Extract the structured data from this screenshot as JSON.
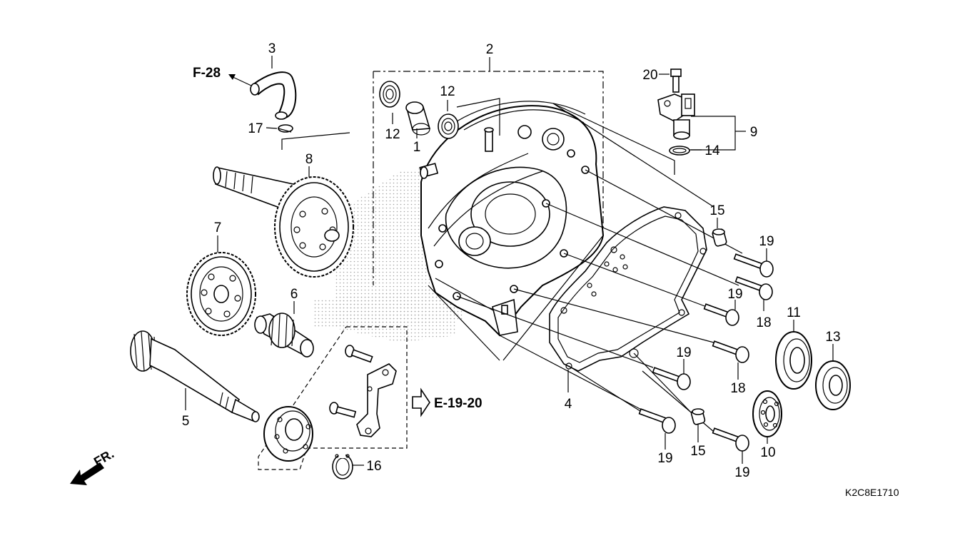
{
  "diagram_code": "K2C8E1710",
  "direction_label": "FR.",
  "references": {
    "f28": "F-28",
    "e1920": "E-19-20"
  },
  "callouts": {
    "p1": "1",
    "p2": "2",
    "p3": "3",
    "p4": "4",
    "p5": "5",
    "p6": "6",
    "p7": "7",
    "p8": "8",
    "p9": "9",
    "p10": "10",
    "p11": "11",
    "p12a": "12",
    "p12b": "12",
    "p13": "13",
    "p14": "14",
    "p15a": "15",
    "p15b": "15",
    "p16": "16",
    "p17": "17",
    "p18a": "18",
    "p18b": "18",
    "p19a": "19",
    "p19b": "19",
    "p19c": "19",
    "p19d": "19",
    "p19e": "19",
    "p20": "20"
  }
}
